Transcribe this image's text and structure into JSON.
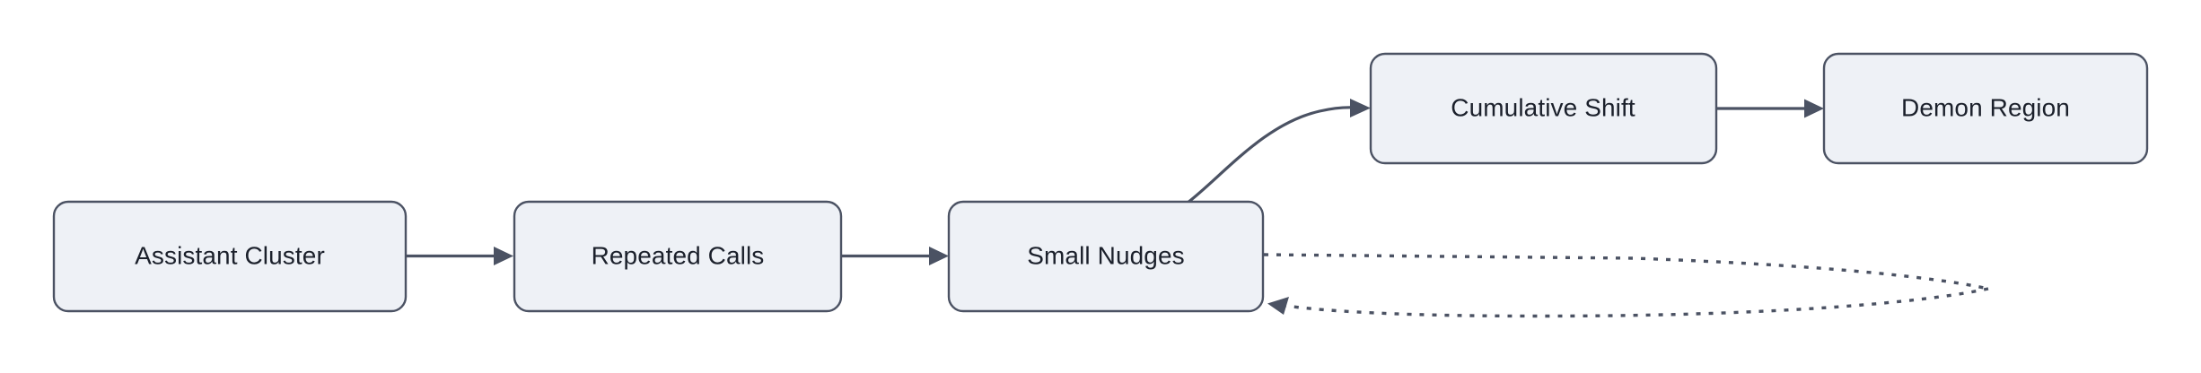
{
  "diagram": {
    "type": "flowchart",
    "orientation": "left-to-right",
    "background_color": "#ffffff",
    "node_fill_color": "#eef1f6",
    "node_border_color": "#4b5263",
    "node_text_color": "#1b202b",
    "edge_color": "#4b5263",
    "nodes": [
      {
        "id": "assistant-cluster",
        "label": "Assistant Cluster"
      },
      {
        "id": "repeated-calls",
        "label": "Repeated Calls"
      },
      {
        "id": "small-nudges",
        "label": "Small Nudges"
      },
      {
        "id": "cumulative-shift",
        "label": "Cumulative Shift"
      },
      {
        "id": "demon-region",
        "label": "Demon Region"
      }
    ],
    "edges": [
      {
        "id": "edge-assistant-to-repeated",
        "from": "assistant-cluster",
        "to": "repeated-calls",
        "style": "solid",
        "label": ""
      },
      {
        "id": "edge-repeated-to-nudges",
        "from": "repeated-calls",
        "to": "small-nudges",
        "style": "solid",
        "label": ""
      },
      {
        "id": "edge-nudges-to-cumulative",
        "from": "small-nudges",
        "to": "cumulative-shift",
        "style": "solid-curved",
        "label": ""
      },
      {
        "id": "edge-cumulative-to-demon",
        "from": "cumulative-shift",
        "to": "demon-region",
        "style": "solid",
        "label": ""
      },
      {
        "id": "edge-nudges-self-loop",
        "from": "small-nudges",
        "to": "small-nudges",
        "style": "dotted",
        "label": ""
      }
    ]
  }
}
